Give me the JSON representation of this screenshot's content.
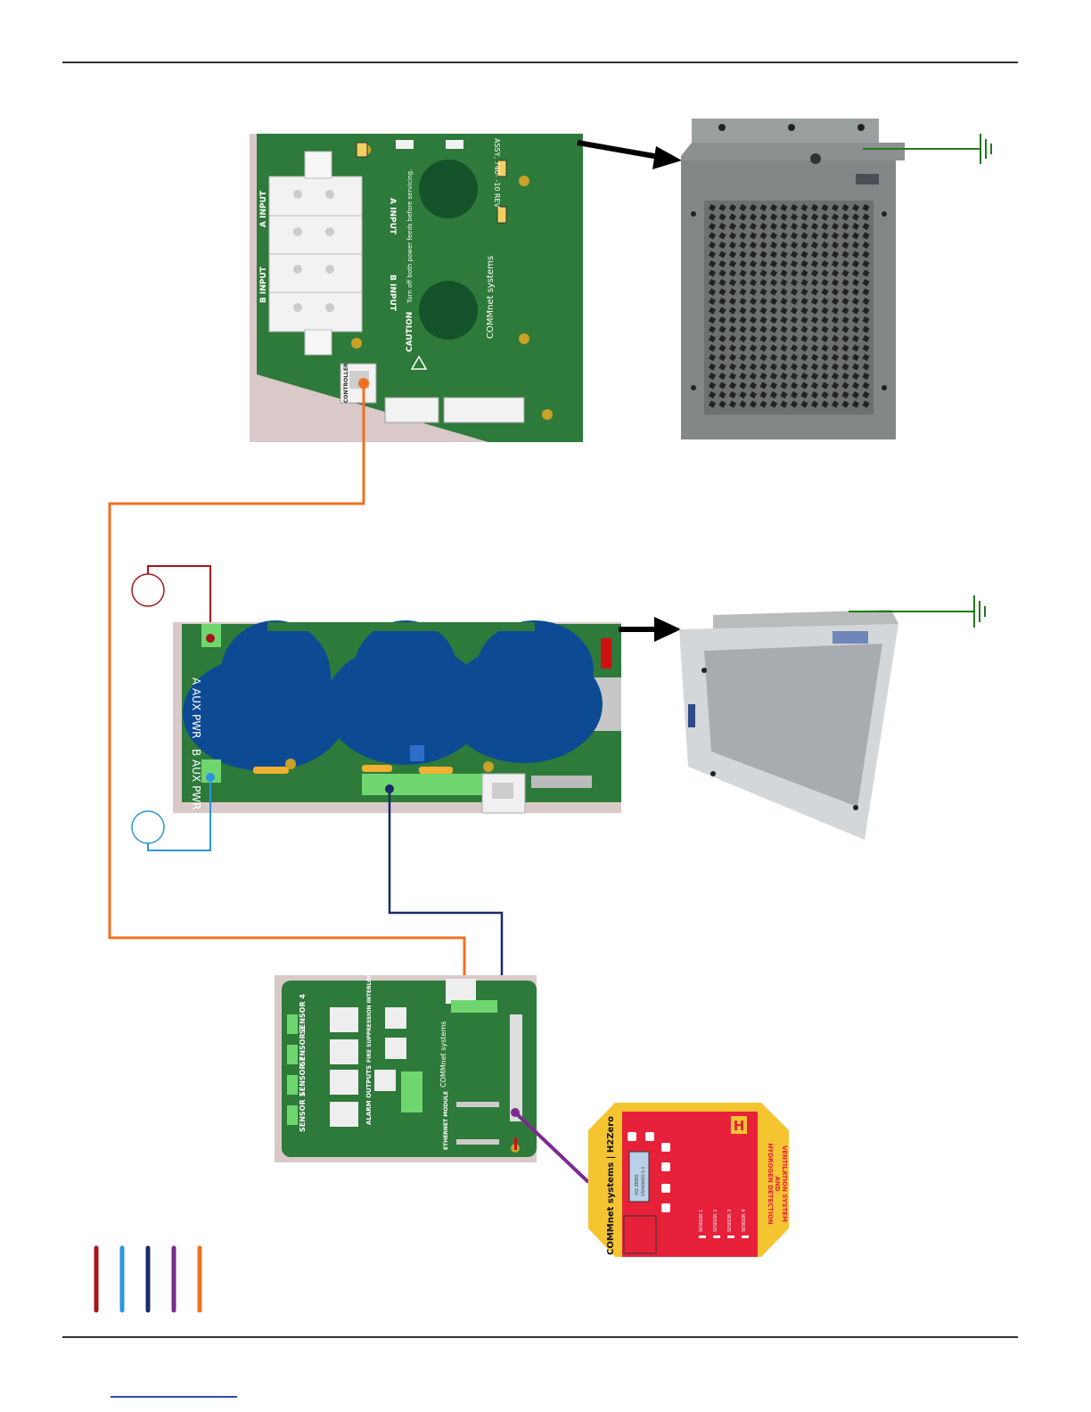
{
  "power_board": {
    "title": "ASSY, 740-   -10 REV",
    "caution": "CAUTION",
    "caution_text": "Turn off both power feeds before servicing.",
    "a_input": "A INPUT",
    "b_input": "B INPUT",
    "brand": "COMMnet systems",
    "controller": "CONTROLLER"
  },
  "main_board": {
    "a_aux": "A AUX PWR",
    "b_aux": "B AUX PWR"
  },
  "controller_board": {
    "sensor_labels": [
      "SENSOR 4",
      "SENSOR 3",
      "SENSOR 2",
      "SENSOR 1"
    ],
    "fire_suppression": "FIRE SUPPRESSION INTERLOCK",
    "alarm_outputs": "ALARM OUTPUTS",
    "ethernet_module": "ETHERNET MODULE",
    "brand": "COMMnet systems"
  },
  "display_panel": {
    "brand": "COMMnet systems | H2Zero",
    "title_line1": "HYDROGEN DETECTION",
    "title_line2": "AND",
    "title_line3": "VENTILATION SYSTEM",
    "logo_letter": "H",
    "sensor_labels": [
      "SENSOR 1",
      "SENSOR 2",
      "SENSOR 3",
      "SENSOR 4"
    ],
    "screen_line1": "H2 ZERO",
    "screen_line2": "STANDARD 1.0"
  },
  "colors": {
    "red_wire": "#a8141b",
    "light_blue_wire": "#2b95e0",
    "navy_wire": "#1a2a6a",
    "purple_wire": "#7b2a8e",
    "orange_wire": "#f07020",
    "ground_wire": "#1f7a1f",
    "pcb_green": "#2e7a3a",
    "panel_red": "#e8213a",
    "panel_yellow": "#f5c431"
  },
  "legend_colors": [
    "#a8141b",
    "#2b95e0",
    "#1a2a6a",
    "#7b2a8e",
    "#f07020"
  ]
}
